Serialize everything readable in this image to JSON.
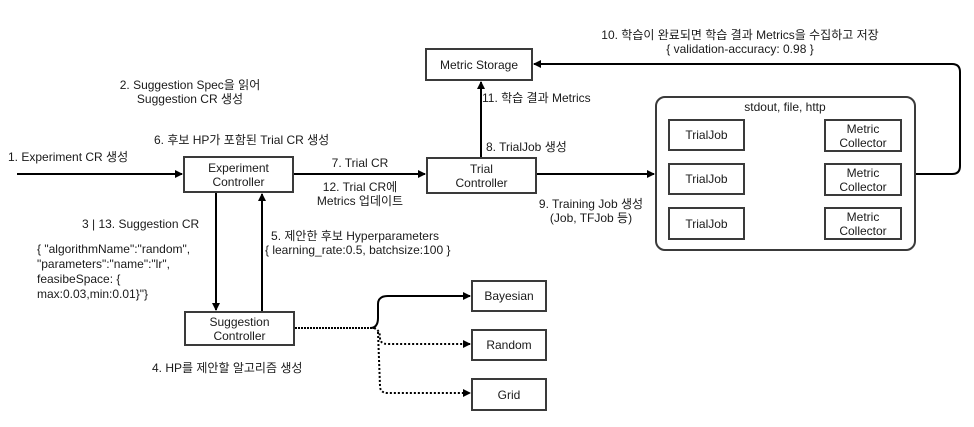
{
  "nodes": {
    "experiment_controller": [
      "Experiment",
      "Controller"
    ],
    "suggestion_controller": [
      "Suggestion",
      "Controller"
    ],
    "trial_controller": [
      "Trial",
      "Controller"
    ],
    "metric_storage": "Metric Storage",
    "trial_jobs": [
      "TrialJob",
      "TrialJob",
      "TrialJob"
    ],
    "metric_collectors": [
      [
        "Metric",
        "Collector"
      ],
      [
        "Metric",
        "Collector"
      ],
      [
        "Metric",
        "Collector"
      ]
    ],
    "algorithms": [
      "Bayesian",
      "Random",
      "Grid"
    ]
  },
  "labels": {
    "step1": "1. Experiment CR 생성",
    "step2": [
      "2. Suggestion Spec을 읽어",
      "Suggestion CR 생성"
    ],
    "step3": "3 | 13. Suggestion CR",
    "suggestion_spec": [
      "{ \"algorithmName\":\"random\",",
      "\"parameters\":\"name\":\"lr\",",
      "feasibeSpace: {",
      "max:0.03,min:0.01}\"}"
    ],
    "step4": "4. HP를 제안할 알고리즘 생성",
    "step5": [
      "5. 제안한 후보 Hyperparameters",
      "{ learning_rate:0.5, batchsize:100 }"
    ],
    "step6": "6. 후보 HP가 포함된 Trial CR 생성",
    "step7": "7. Trial CR",
    "step8": "8. TrialJob 생성",
    "step9": [
      "9. Training Job 생성",
      "(Job, TFJob 등)"
    ],
    "step10": [
      "10. 학습이 완료되면 학습 결과 Metrics을 수집하고 저장",
      "{ validation-accuracy: 0.98 }"
    ],
    "step11": "11. 학습 결과 Metrics",
    "step12": [
      "12. Trial CR에",
      "Metrics 업데이트"
    ],
    "collection_channels": "stdout, file, http"
  }
}
